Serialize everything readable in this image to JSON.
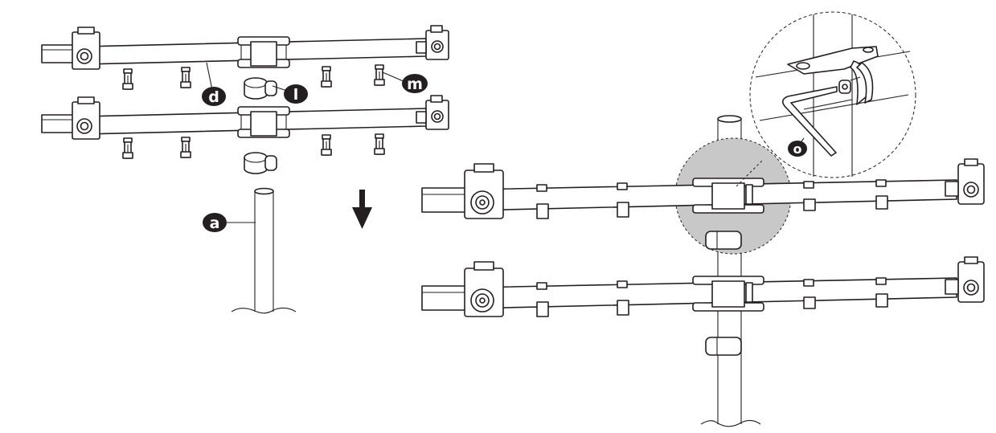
{
  "labels": {
    "arm_bar": "d",
    "collar": "l",
    "bracket_screw": "m",
    "pole": "a",
    "allen_key": "o"
  },
  "colors": {
    "line": "#231f20",
    "callout_fill": "#231f20",
    "highlight": "#c8c8c8",
    "background": "#ffffff"
  },
  "icons": {
    "direction": "arrow-down-icon"
  }
}
